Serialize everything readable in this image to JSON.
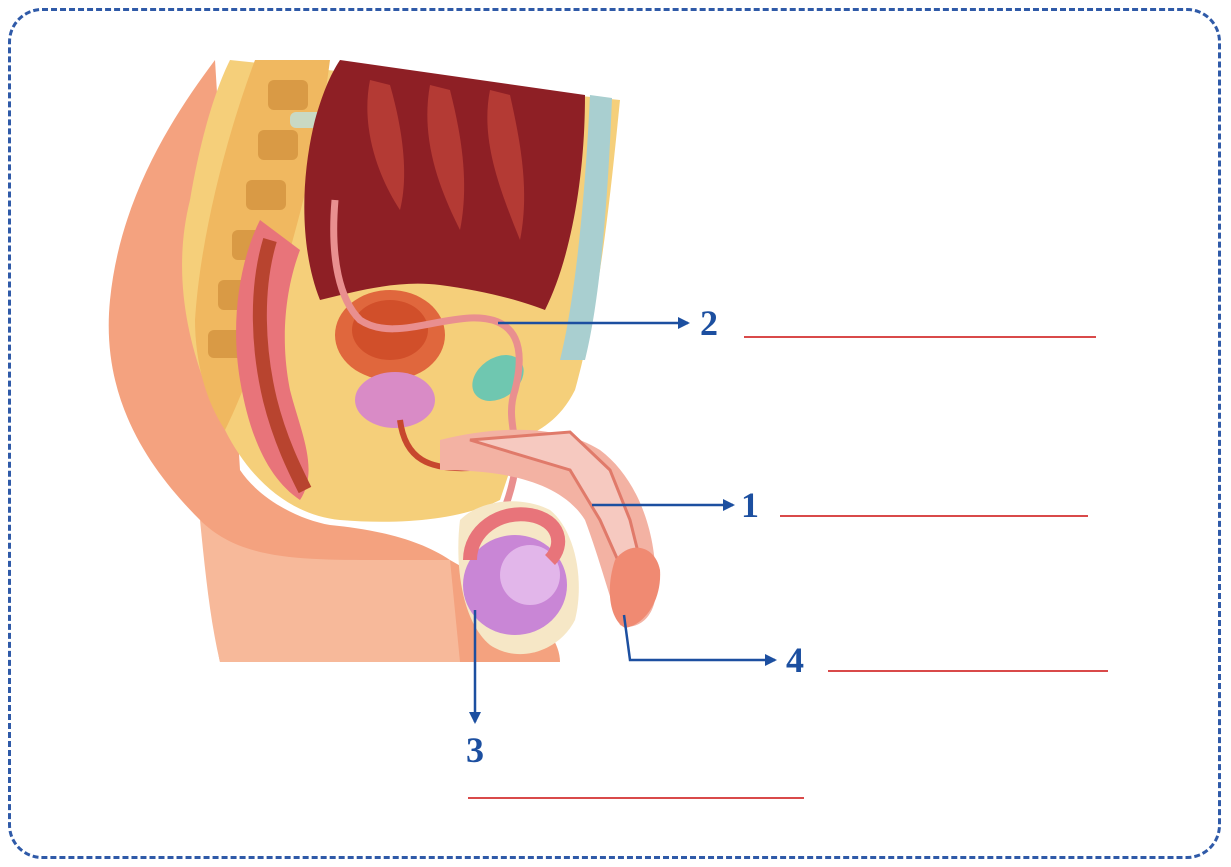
{
  "diagram": {
    "labels": [
      {
        "id": "1",
        "text": "1"
      },
      {
        "id": "2",
        "text": "2"
      },
      {
        "id": "3",
        "text": "3"
      },
      {
        "id": "4",
        "text": "4"
      }
    ],
    "colors": {
      "frame": "#2f5aa8",
      "arrow": "#1c4fa0",
      "answer_line": "#d94a4a",
      "skin": "#f4a27f",
      "fat": "#f5cf7a",
      "muscle": "#8e1f25",
      "bladder": "#e0673d",
      "testis": "#c986d6"
    }
  }
}
